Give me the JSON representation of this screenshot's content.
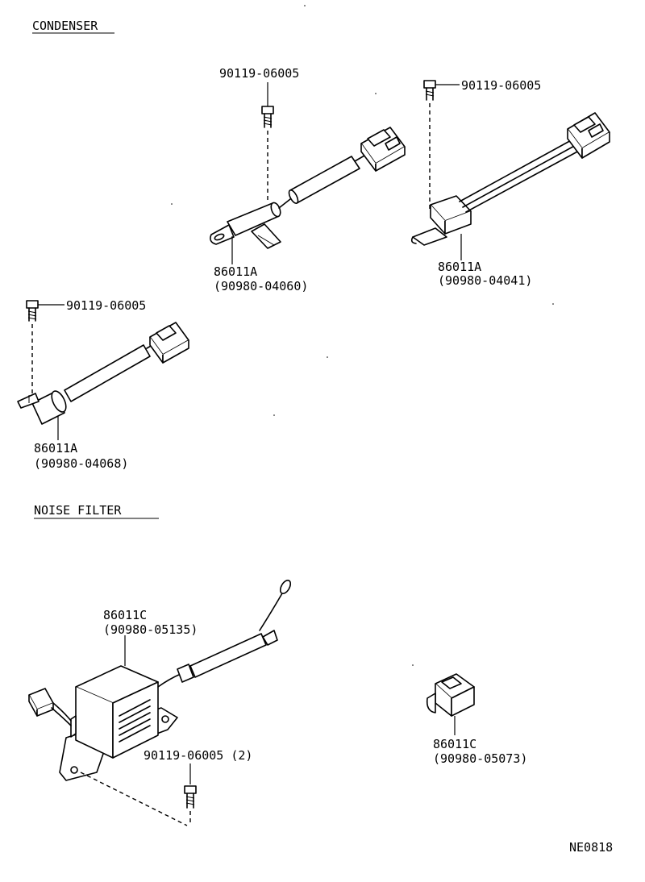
{
  "sections": {
    "condenser_title": "CONDENSER",
    "noise_filter_title": "NOISE FILTER"
  },
  "condenser_1": {
    "bolt_part": "90119-06005",
    "part_no": "86011A",
    "sub_no": "(90980-04060)"
  },
  "condenser_2": {
    "bolt_part": "90119-06005",
    "part_no": "86011A",
    "sub_no": "(90980-04041)"
  },
  "condenser_3": {
    "bolt_part": "90119-06005",
    "part_no": "86011A",
    "sub_no": "(90980-04068)"
  },
  "noise_filter": {
    "part_no": "86011C",
    "sub_no": "(90980-05135)",
    "bolt_part": "90119-06005 (2)"
  },
  "noise_filter_connector": {
    "part_no": "86011C",
    "sub_no": "(90980-05073)"
  },
  "diagram_code": "NE0818"
}
